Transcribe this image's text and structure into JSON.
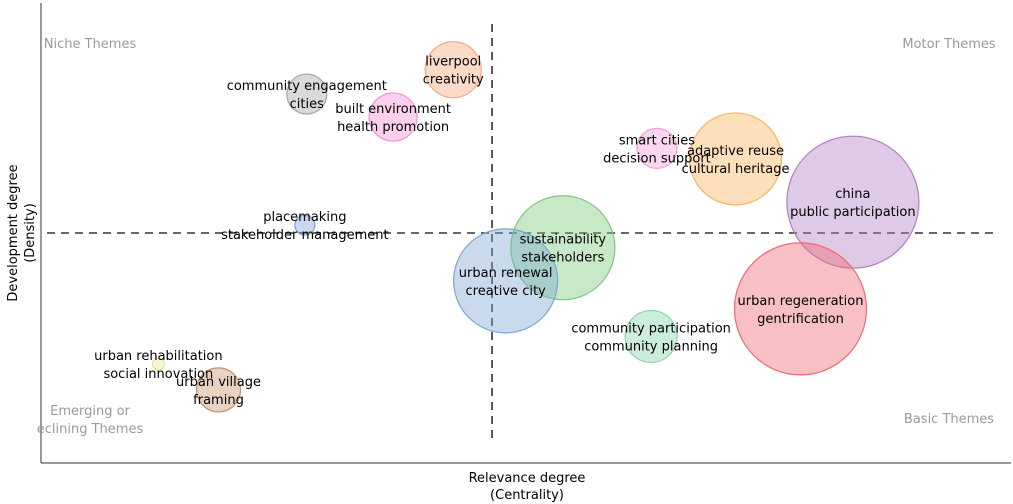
{
  "chart_data": {
    "type": "scatter",
    "subtype": "bubble",
    "title": "",
    "xlabel": [
      "Relevance degree",
      "(Centrality)"
    ],
    "ylabel": [
      "Development degree",
      "(Density)"
    ],
    "xlim": [
      0,
      100
    ],
    "ylim": [
      0,
      100
    ],
    "x_divider": 46.5,
    "y_divider": 50,
    "grid": false,
    "ticks": false,
    "quadrants": [
      {
        "id": "top-left",
        "lines": [
          "Niche Themes"
        ]
      },
      {
        "id": "top-right",
        "lines": [
          "Motor Themes"
        ]
      },
      {
        "id": "bottom-left",
        "lines": [
          "Emerging or",
          "eclining Themes"
        ]
      },
      {
        "id": "bottom-right",
        "lines": [
          "Basic Themes"
        ]
      }
    ],
    "points": [
      {
        "labels": [
          "liverpool",
          "creativity"
        ],
        "x": 42.5,
        "y": 85.5,
        "size": 28,
        "color": "#f6a77d"
      },
      {
        "labels": [
          "community engagement",
          "cities"
        ],
        "x": 27.4,
        "y": 80.2,
        "size": 20,
        "color": "#a6a6a6"
      },
      {
        "labels": [
          "built environment",
          "health promotion"
        ],
        "x": 36.3,
        "y": 75.2,
        "size": 24,
        "color": "#f290d6"
      },
      {
        "labels": [
          "smart cities",
          "decision support"
        ],
        "x": 63.5,
        "y": 68.4,
        "size": 20,
        "color": "#f29fd9"
      },
      {
        "labels": [
          "adaptive reuse",
          "cultural heritage"
        ],
        "x": 71.6,
        "y": 66.1,
        "size": 46,
        "color": "#fbb35e"
      },
      {
        "labels": [
          "china",
          "public participation"
        ],
        "x": 83.7,
        "y": 56.7,
        "size": 66,
        "color": "#b07fc3"
      },
      {
        "labels": [
          "placemaking",
          "stakeholder management"
        ],
        "x": 27.2,
        "y": 51.7,
        "size": 10,
        "color": "#7fa2d3"
      },
      {
        "labels": [
          "sustainability",
          "stakeholders"
        ],
        "x": 53.8,
        "y": 46.8,
        "size": 52,
        "color": "#7ec87a"
      },
      {
        "labels": [
          "urban renewal",
          "creative city"
        ],
        "x": 47.9,
        "y": 39.6,
        "size": 52,
        "color": "#7fa6d3"
      },
      {
        "labels": [
          "urban regeneration",
          "gentrification"
        ],
        "x": 78.3,
        "y": 33.5,
        "size": 66,
        "color": "#ee6a73"
      },
      {
        "labels": [
          "community participation",
          "community planning"
        ],
        "x": 62.9,
        "y": 27.5,
        "size": 26,
        "color": "#89d4ab"
      },
      {
        "labels": [
          "urban rehabilitation",
          "social innovation"
        ],
        "x": 12.1,
        "y": 21.5,
        "size": 6,
        "color": "#e9e49a"
      },
      {
        "labels": [
          "urban village",
          "framing"
        ],
        "x": 18.3,
        "y": 15.9,
        "size": 22,
        "color": "#c7946f"
      }
    ]
  }
}
